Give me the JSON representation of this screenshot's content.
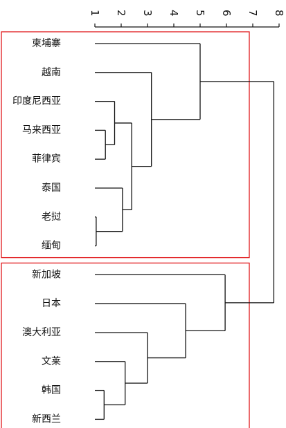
{
  "chart_data": {
    "type": "dendrogram",
    "orientation": "horizontal",
    "axis": {
      "position": "top",
      "ticks": [
        1,
        2,
        3,
        4,
        5,
        6,
        7,
        8
      ],
      "range": [
        1,
        8
      ]
    },
    "leaves": [
      "柬埔寨",
      "越南",
      "印度尼西亚",
      "马来西亚",
      "菲律宾",
      "泰国",
      "老挝",
      "缅甸",
      "新加坡",
      "日本",
      "澳大利亚",
      "文莱",
      "韩国",
      "新西兰"
    ],
    "merges": [
      {
        "a": "菲律宾",
        "b": "马来西亚",
        "height": 1.4
      },
      {
        "a": "老挝",
        "b": "缅甸",
        "height": 1.05
      },
      {
        "a": "韩国",
        "b": "新西兰",
        "height": 1.35
      },
      {
        "a": "印度尼西亚",
        "b": [
          "菲律宾",
          "马来西亚"
        ],
        "height": 1.75
      },
      {
        "a": "泰国",
        "b": [
          "老挝",
          "缅甸"
        ],
        "height": 2.05
      },
      {
        "a": [
          "印度尼西亚",
          "菲律宾",
          "马来西亚"
        ],
        "b": [
          "泰国",
          "老挝",
          "缅甸"
        ],
        "height": 2.4
      },
      {
        "a": "越南",
        "b": [
          "印度尼西亚",
          "马来西亚",
          "菲律宾",
          "泰国",
          "老挝",
          "缅甸"
        ],
        "height": 3.15
      },
      {
        "a": "柬埔寨",
        "b": [
          "越南",
          "印度尼西亚",
          "马来西亚",
          "菲律宾",
          "泰国",
          "老挝",
          "缅甸"
        ],
        "height": 5.0
      },
      {
        "a": "文莱",
        "b": [
          "韩国",
          "新西兰"
        ],
        "height": 2.15
      },
      {
        "a": "澳大利亚",
        "b": [
          "文莱",
          "韩国",
          "新西兰"
        ],
        "height": 3.0
      },
      {
        "a": "日本",
        "b": [
          "澳大利亚",
          "文莱",
          "韩国",
          "新西兰"
        ],
        "height": 4.45
      },
      {
        "a": "新加坡",
        "b": [
          "日本",
          "澳大利亚",
          "文莱",
          "韩国",
          "新西兰"
        ],
        "height": 5.95
      },
      {
        "a": "cluster-1",
        "b": "cluster-2",
        "height": 7.8
      }
    ],
    "clusters": [
      {
        "members": [
          "柬埔寨",
          "越南",
          "印度尼西亚",
          "马来西亚",
          "菲律宾",
          "泰国",
          "老挝",
          "缅甸"
        ],
        "color": "#e0181b"
      },
      {
        "members": [
          "新加坡",
          "日本",
          "澳大利亚",
          "文莱",
          "韩国",
          "新西兰"
        ],
        "color": "#e0181b"
      }
    ],
    "line_color": "#111111"
  }
}
